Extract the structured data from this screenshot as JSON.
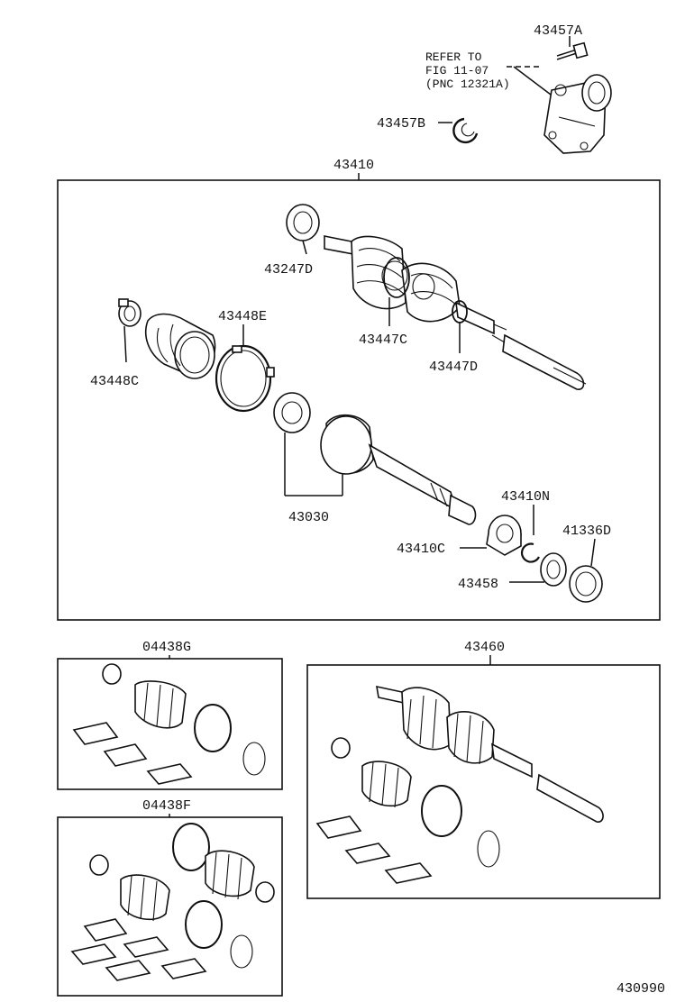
{
  "refer": {
    "line1": "REFER TO",
    "line2": "FIG 11-07",
    "line3": "(PNC 12321A)"
  },
  "labels": {
    "p43457A": "43457A",
    "p43457B": "43457B",
    "p43410": "43410",
    "p43247D": "43247D",
    "p43448E": "43448E",
    "p43447C": "43447C",
    "p43448C": "43448C",
    "p43447D": "43447D",
    "p43030": "43030",
    "p43410N": "43410N",
    "p41336D": "41336D",
    "p43410C": "43410C",
    "p43458": "43458",
    "p04438G": "04438G",
    "p43460": "43460",
    "p04438F": "04438F"
  },
  "figure_id": "430990"
}
